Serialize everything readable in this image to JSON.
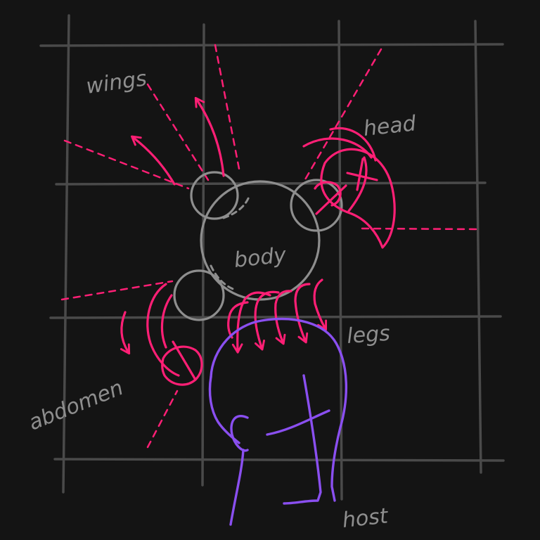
{
  "labels": {
    "wings": "wings",
    "head": "head",
    "body": "body",
    "legs": "legs",
    "abdomen": "abdomen",
    "host": "host"
  },
  "colors": {
    "background": "#141414",
    "grid": "#4a4a4a",
    "creature_parts": "#ff1f75",
    "body_sketch": "#8e8e8e",
    "host": "#8a4ff0"
  }
}
